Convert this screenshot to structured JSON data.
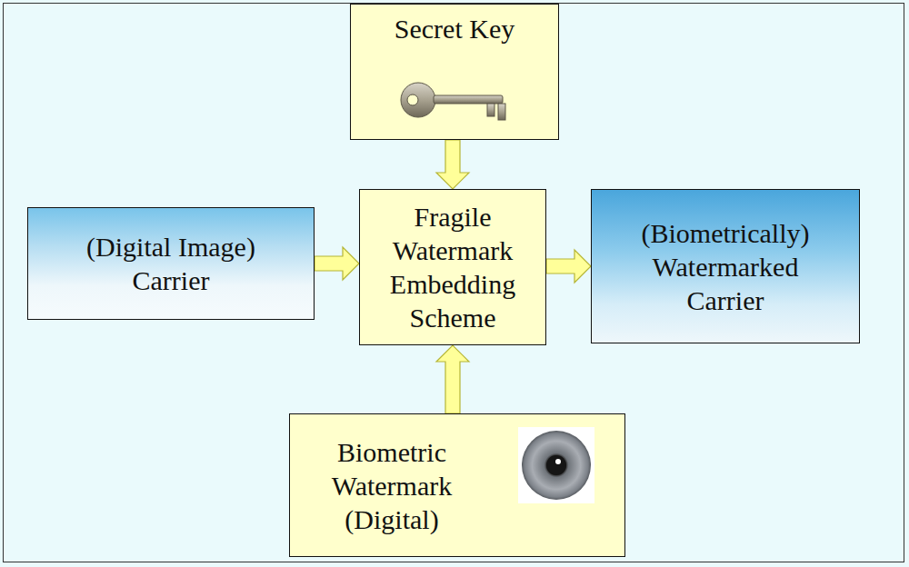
{
  "diagram": {
    "nodes": [
      {
        "text": [
          "Secret Key"
        ]
      },
      {
        "text": [
          "(Digital Image) Carrier"
        ]
      },
      {
        "text": [
          "Fragile Watermark Embedding Scheme"
        ]
      },
      {
        "text": [
          "(Biometrically) Watermarked Carrier"
        ]
      },
      {
        "text": [
          "Biometric Watermark (Digital)"
        ]
      }
    ],
    "edges": [
      {
        "from": 0,
        "to": 2,
        "arrow": "to"
      },
      {
        "from": 1,
        "to": 2,
        "arrow": "to"
      },
      {
        "from": 2,
        "to": 3,
        "arrow": "to"
      },
      {
        "from": 4,
        "to": 2,
        "arrow": "to"
      }
    ]
  }
}
